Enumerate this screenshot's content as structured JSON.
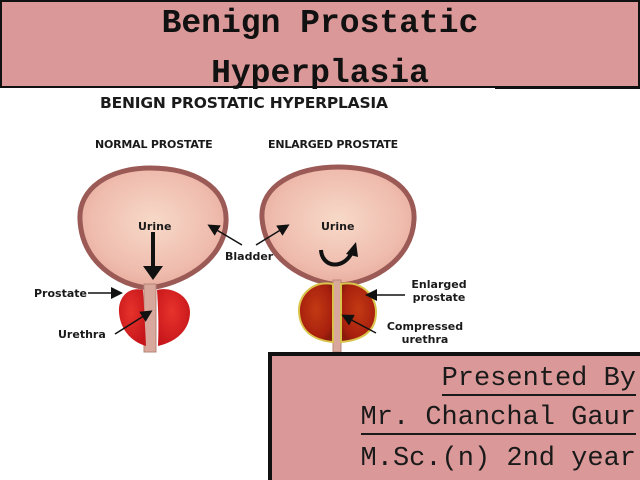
{
  "slide": {
    "title": {
      "line1": "Benign Prostatic",
      "line2": "Hyperplasia"
    },
    "colors": {
      "box_fill": "#db9898",
      "border": "#111111",
      "bladder_wall": "#9b5a55",
      "bladder_fill": "#f2c3b4",
      "prostate_normal": "#d81f1f",
      "prostate_enlarged": "#b52a10",
      "enlarged_rim": "#d9c34a"
    },
    "diagram": {
      "title": "BENIGN PROSTATIC HYPERPLASIA",
      "normal": {
        "heading": "NORMAL PROSTATE",
        "urine_label": "Urine",
        "labels": [
          "Prostate",
          "Urethra"
        ]
      },
      "enlarged": {
        "heading": "ENLARGED PROSTATE",
        "urine_label": "Urine",
        "labels": [
          "Enlarged prostate",
          "Compressed urethra"
        ],
        "enlarged_line1": "Enlarged",
        "enlarged_line2": "prostate",
        "compressed_line1": "Compressed",
        "compressed_line2": "urethra"
      },
      "shared_label": "Bladder"
    },
    "presenter": {
      "heading": "Presented By",
      "name": "Mr. Chanchal Gaur",
      "course": "M.Sc.(n) 2nd year"
    }
  }
}
